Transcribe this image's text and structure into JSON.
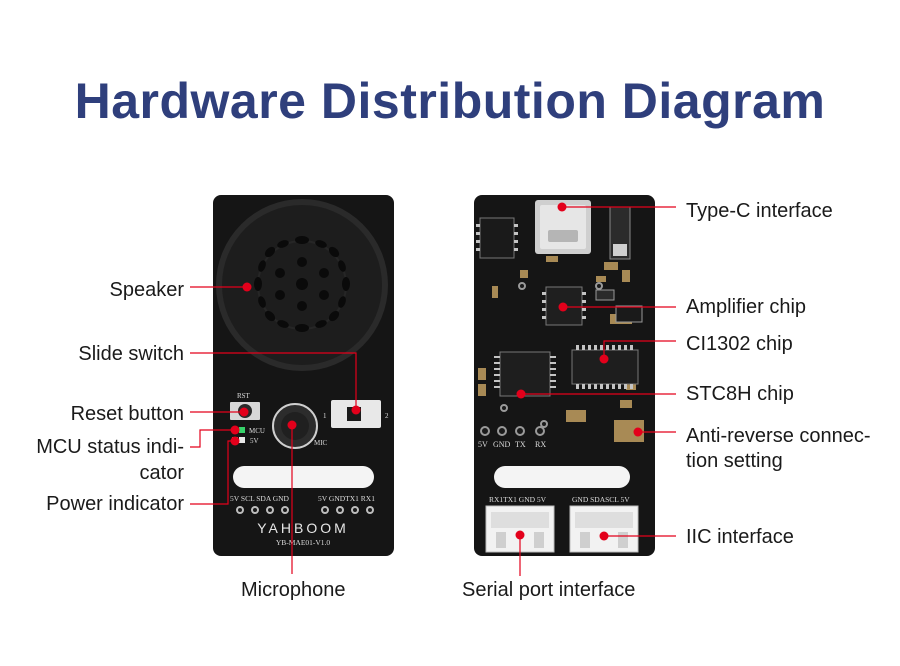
{
  "title": "Hardware Distribution Diagram",
  "colors": {
    "title": "#2f3f7c",
    "pointer": "#e3001b",
    "board": "#151515"
  },
  "front_board": {
    "labels": {
      "speaker": "Speaker",
      "slide_switch": "Slide switch",
      "reset_button": "Reset button",
      "mcu_indicator_line1": "MCU status indi-",
      "mcu_indicator_line2": "cator",
      "power_indicator": "Power indicator",
      "microphone": "Microphone"
    },
    "silkscreen": {
      "rst": "RST",
      "mcu": "MCU",
      "v5": "5V",
      "mic": "MIC",
      "sw1": "1",
      "sw2": "2",
      "pins_left": "5V SCL SDA GND",
      "pins_right": "5V GNDTX1 RX1",
      "brand": "YAHBOOM",
      "model": "YB-MAE01-V1.0"
    }
  },
  "back_board": {
    "labels": {
      "type_c": "Type-C interface",
      "amplifier": "Amplifier chip",
      "ci1302": "CI1302 chip",
      "stc8h": "STC8H chip",
      "anti_reverse_line1": "Anti-reverse connec-",
      "anti_reverse_line2": "tion setting",
      "iic": "IIC interface",
      "serial": "Serial port interface"
    },
    "silkscreen": {
      "pads": [
        "5V",
        "GND",
        "TX",
        "RX"
      ],
      "serial_pins": "RX1TX1 GND 5V",
      "iic_pins": "GND SDASCL 5V"
    }
  }
}
